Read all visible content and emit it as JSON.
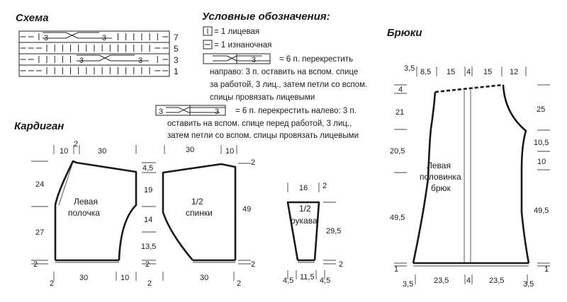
{
  "headings": {
    "scheme": "Схема",
    "legend": "Условные обозначения:",
    "cardigan": "Кардиган",
    "trousers": "Брюки"
  },
  "scheme": {
    "row_numbers": [
      "7",
      "5",
      "3",
      "1"
    ],
    "cross_label": "3"
  },
  "legend": {
    "knit": "= 1 лицевая",
    "purl": "= 1 изнаночная",
    "cable_right_lines": [
      "= 6 п. перекрестить",
      "направо: 3 п. оставить на вспом. спице",
      "за работой, 3 лиц., затем петли со вспом.",
      "спицы провязать лицевыми"
    ],
    "cable_left_lines": [
      "= 6 п. перекрестить налево: 3 п.",
      "оставить на вспом. спице перед работой, 3 лиц.,",
      "затем петли со вспом. спицы провязать лицевыми"
    ],
    "symbol_number": "3"
  },
  "cardigan": {
    "front_label": [
      "Левая",
      "полочка"
    ],
    "back_label": [
      "1/2",
      "спинки"
    ],
    "sleeve_label": [
      "1/2",
      "рукава"
    ],
    "front_top": [
      "10",
      "2",
      "30"
    ],
    "back_top": [
      "30",
      "10"
    ],
    "front_left": [
      "24",
      "27",
      "2"
    ],
    "middle_right": [
      "4,5",
      "19",
      "14",
      "13,5",
      "2"
    ],
    "back_right": [
      "2",
      "49",
      "2"
    ],
    "front_bottom": [
      "2",
      "30",
      "10"
    ],
    "back_bottom": [
      "2",
      "30",
      "2"
    ],
    "sleeve_top": "16",
    "sleeve_right": [
      "2",
      "29,5",
      "2"
    ],
    "sleeve_bottom": [
      "4,5",
      "11,5",
      "4,5"
    ]
  },
  "trousers": {
    "label": [
      "Левая",
      "половинка",
      "брюк"
    ],
    "top": [
      "3,5",
      "8,5",
      "15",
      "4",
      "15",
      "12"
    ],
    "left": [
      "4",
      "21",
      "20,5",
      "49,5",
      "1",
      "3,5"
    ],
    "right": [
      "25",
      "10,5",
      "10",
      "49,5",
      "1",
      "3,5"
    ],
    "bottom": [
      "23,5",
      "4",
      "23,5"
    ]
  }
}
